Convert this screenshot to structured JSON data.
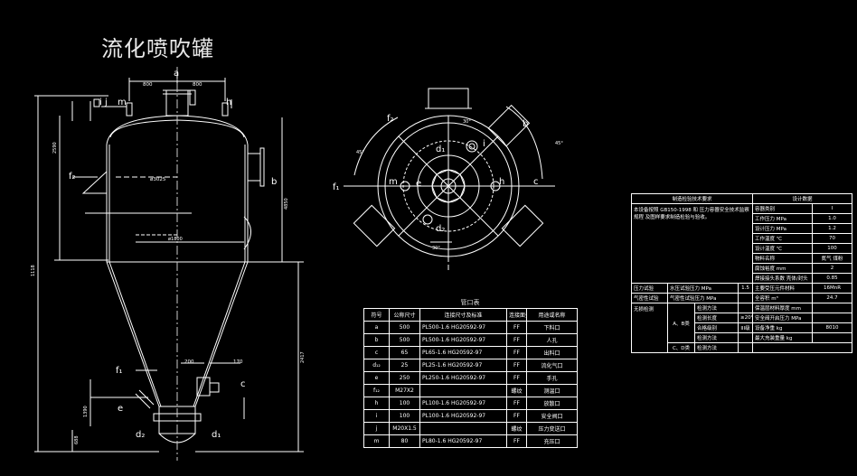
{
  "title": "流化喷吹罐",
  "elevation": {
    "label_a": "a",
    "dim_left_800": "800",
    "dim_right_800": "800",
    "label_h": "h",
    "label_ij": "i j",
    "label_m": "m",
    "dim_2590": "2590",
    "label_f2": "f₂",
    "label_b": "b",
    "dia_3025": "ø3025",
    "dim_4850": "4850",
    "dia_inner": "ø1800",
    "dim_total": "1118",
    "dim_2417": "2417",
    "label_f1": "f₁",
    "dim_200": "200",
    "dim_170": "170",
    "label_c": "c",
    "label_e": "e",
    "dim_1390": "1390",
    "dim_688": "688",
    "label_d2": "d₂",
    "label_d1": "d₁"
  },
  "plan": {
    "label_f2": "f₂",
    "label_b": "b",
    "label_d1": "d₁",
    "label_i": "i",
    "label_f1": "f₁",
    "label_m": "m",
    "label_e": "e",
    "label_h": "h",
    "label_c": "c",
    "label_d2": "d₂",
    "angle_left": "45°",
    "angle_right": "45°",
    "angle_top": "30°",
    "angle_bottom": "30°"
  },
  "nozzle_table": {
    "caption": "管口表",
    "headers": [
      "符号",
      "公称尺寸",
      "连接尺寸及标准",
      "连接面型式",
      "用途或名称"
    ],
    "rows": [
      [
        "a",
        "500",
        "PL500-1.6 HG20592-97",
        "FF",
        "下料口"
      ],
      [
        "b",
        "500",
        "PL500-1.6 HG20592-97",
        "FF",
        "人孔"
      ],
      [
        "c",
        "65",
        "PL65-1.6 HG20592-97",
        "FF",
        "出料口"
      ],
      [
        "d₁₂",
        "25",
        "PL25-1.6 HG20592-97",
        "FF",
        "流化气口"
      ],
      [
        "e",
        "250",
        "PL250-1.6 HG20592-97",
        "FF",
        "手孔"
      ],
      [
        "f₁₂",
        "M27X2",
        "",
        "螺纹",
        "测温口"
      ],
      [
        "h",
        "100",
        "PL100-1.6 HG20592-97",
        "FF",
        "放散口"
      ],
      [
        "i",
        "100",
        "PL100-1.6 HG20592-97",
        "FF",
        "安全阀口"
      ],
      [
        "j",
        "M20X1.5",
        "",
        "螺纹",
        "压力变送口"
      ],
      [
        "m",
        "80",
        "PL80-1.6 HG20592-97",
        "FF",
        "充压口"
      ]
    ]
  },
  "tech_table": {
    "header_left": "制造检验技术要求",
    "header_right": "设计数据",
    "left_top": "本设备按照 GB150-1998 和 压力容器安全技术监察规程 及图样要求制造检验与验收。",
    "rows_right": [
      [
        "容器类别",
        "I"
      ],
      [
        "工作压力 MPa",
        "1.0"
      ],
      [
        "设计压力 MPa",
        "1.2"
      ],
      [
        "工作温度 ℃",
        "70"
      ],
      [
        "设计温度 ℃",
        "100"
      ],
      [
        "物料名称",
        "氮气 煤粉"
      ],
      [
        "腐蚀裕度 mm",
        "2"
      ],
      [
        "焊接接头系数 壳体/封头",
        "0.85"
      ]
    ],
    "mid_left": "压力试验",
    "mid_left2": "水压试验压力 MPa",
    "mid_val": "1.5",
    "mid_left3": "气密性试验",
    "mid_left4": "气密性试验压力 MPa",
    "rows_right2": [
      [
        "主要受压元件材料",
        "16MnR"
      ],
      [
        "全容积 m³",
        "24.7"
      ],
      [
        "保温层材料厚度 mm",
        ""
      ],
      [
        "安全阀开启压力 MPa",
        ""
      ],
      [
        "设备净重 kg",
        "8010"
      ],
      [
        "最大充装重量 kg",
        ""
      ]
    ],
    "ndt_label": "无损检测",
    "ndt_a": "A、B类",
    "ndt_rows": [
      [
        "检测方法",
        ""
      ],
      [
        "检测长度",
        "≥20%"
      ],
      [
        "合格级别",
        "III级"
      ],
      [
        "检测方法",
        ""
      ]
    ],
    "ndt_c": "C、D类",
    "ndt_c_row": [
      "检测方法",
      ""
    ]
  },
  "colors": {
    "background": "#000000",
    "lines": "#ffffff",
    "accent": "#d0d0d0"
  }
}
